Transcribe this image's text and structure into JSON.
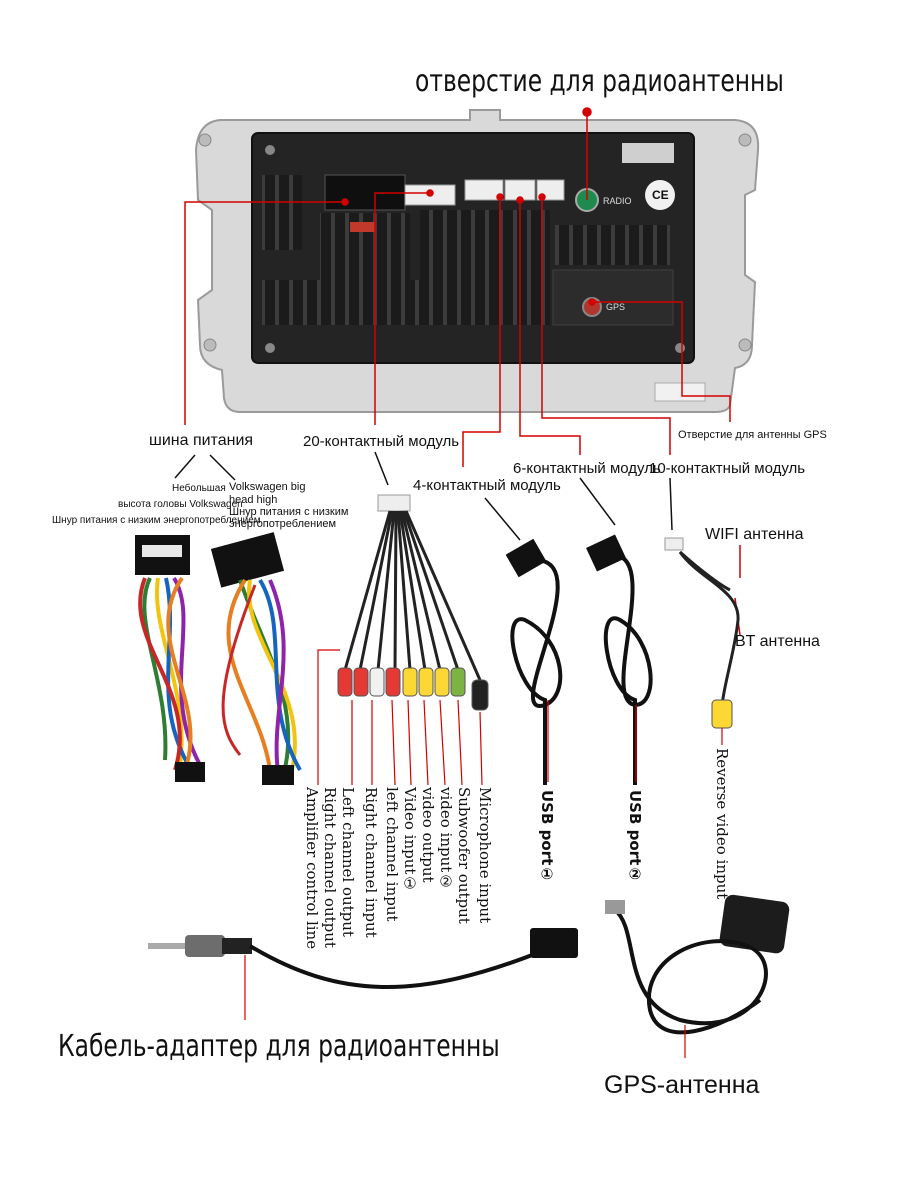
{
  "header": {
    "radio_antenna_hole": "отверстие для радиоантенны"
  },
  "unit": {
    "radio_tag": "RADIO",
    "ce_mark": "CE",
    "gps_tag": "GPS"
  },
  "labels": {
    "power_bus": "шина питания",
    "module_20": "20-контактный модуль",
    "module_4": "4-контактный модуль",
    "module_6": "6-контактный модуль",
    "module_10": "10-контактный модуль",
    "gps_hole": "Отверстие для антенны GPS",
    "wifi": "WIFI антенна",
    "bt": "BT антенна",
    "small_head_1": "Небольшая",
    "small_head_2": "высота головы Volkswagen",
    "small_head_3": "Шнур питания с низким энергопотреблением",
    "big_head_1": "Volkswagen big",
    "big_head_2": "head high",
    "big_head_3": "Шнур питания с низким",
    "big_head_4": "энергопотреблением"
  },
  "rca_labels": [
    "Amplifier control line",
    "Right channel output",
    "Left channel output",
    "Right channel input",
    "left channel input",
    "Video input①",
    "video output",
    "video input②",
    "Subwoofer output",
    "Microphone input"
  ],
  "usb_labels": [
    "USB port①",
    "USB port②"
  ],
  "reverse_video": "Reverse video input",
  "bottom": {
    "radio_adapter": "Кабель-адаптер для радиоантенны",
    "gps_antenna": "GPS-антенна"
  },
  "colors": {
    "callout": "#d40000",
    "unit_body": "#2a2a2a",
    "bracket": "#d9d9d9"
  }
}
